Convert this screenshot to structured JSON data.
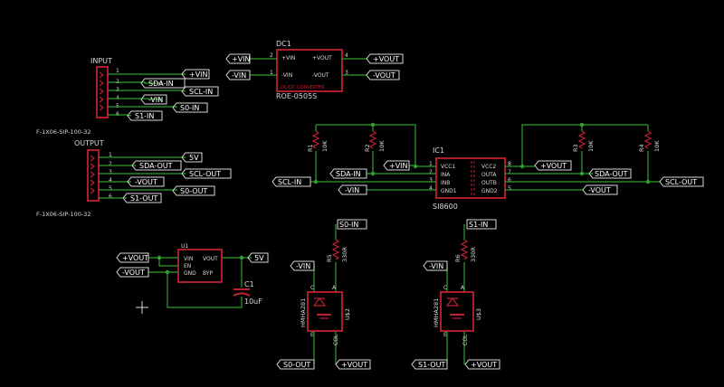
{
  "components": {
    "input_header": {
      "title": "INPUT",
      "part": "F-1X06-SIP-100-32",
      "pins": [
        "1",
        "2",
        "3",
        "4",
        "5",
        "6"
      ]
    },
    "output_header": {
      "title": "OUTPUT",
      "part": "F-1X06-SIP-100-32",
      "pins": [
        "1",
        "2",
        "3",
        "4",
        "5",
        "6"
      ]
    },
    "dc1": {
      "ref": "DC1",
      "value": "ROE-0505S",
      "desc": "DC/DC CONVERTER",
      "pins_left": [
        "+VIN",
        "-VIN"
      ],
      "pins_right": [
        "+VOUT",
        "-VOUT"
      ],
      "pin_nums": [
        "2",
        "1",
        "4",
        "3"
      ]
    },
    "ic1": {
      "ref": "IC1",
      "value": "SI8600",
      "pins_left": [
        "VCC1",
        "INA",
        "INB",
        "GND1"
      ],
      "pins_right": [
        "VCC2",
        "OUTA",
        "OUTB",
        "GND2"
      ],
      "pin_nums_left": [
        "1",
        "2",
        "3",
        "4"
      ],
      "pin_nums_right": [
        "8",
        "7",
        "6",
        "5"
      ]
    },
    "u1": {
      "ref": "U1",
      "pins_left": [
        "VIN",
        "EN",
        "GND"
      ],
      "pins_right": [
        "VOUT",
        "BYP"
      ]
    },
    "c1": {
      "ref": "C1",
      "value": "10uF"
    },
    "r1": {
      "ref": "R1",
      "value": "10K"
    },
    "r2": {
      "ref": "R2",
      "value": "10K"
    },
    "r3": {
      "ref": "R3",
      "value": "10K"
    },
    "r4": {
      "ref": "R4",
      "value": "10K"
    },
    "r5": {
      "ref": "R5",
      "value": "330R"
    },
    "r6": {
      "ref": "R6",
      "value": "330R"
    },
    "u2": {
      "ref": "U$2",
      "value": "HMHA281",
      "pins": [
        "C",
        "A",
        "E",
        "COL"
      ]
    },
    "u3": {
      "ref": "U$3",
      "value": "HMHA281",
      "pins": [
        "C",
        "A",
        "E",
        "COL"
      ]
    }
  },
  "nets": {
    "input": [
      "+VIN",
      "SDA-IN",
      "SCL-IN",
      "-VIN",
      "S0-IN",
      "S1-IN"
    ],
    "output": [
      "5V",
      "SDA-OUT",
      "SCL-OUT",
      "-VOUT",
      "S0-OUT",
      "S1-OUT"
    ],
    "dc1_left": [
      "+VIN",
      "-VIN"
    ],
    "dc1_right": [
      "+VOUT",
      "-VOUT"
    ],
    "ic1_left": [
      "+VIN",
      "SDA-IN",
      "SCL-IN",
      "-VIN"
    ],
    "ic1_right": [
      "+VOUT",
      "SDA-OUT",
      "SCL-OUT",
      "-VOUT"
    ],
    "u1": [
      "+VOUT",
      "-VOUT",
      "5V"
    ],
    "u2": [
      "S0-IN",
      "-VIN",
      "S0-OUT",
      "+VOUT"
    ],
    "u3": [
      "S1-IN",
      "-VIN",
      "S1-OUT",
      "+VOUT"
    ]
  },
  "colors": {
    "wire": "#2ea02e",
    "symbol": "#c02030",
    "text": "#d8d8d8",
    "background": "#000000"
  }
}
